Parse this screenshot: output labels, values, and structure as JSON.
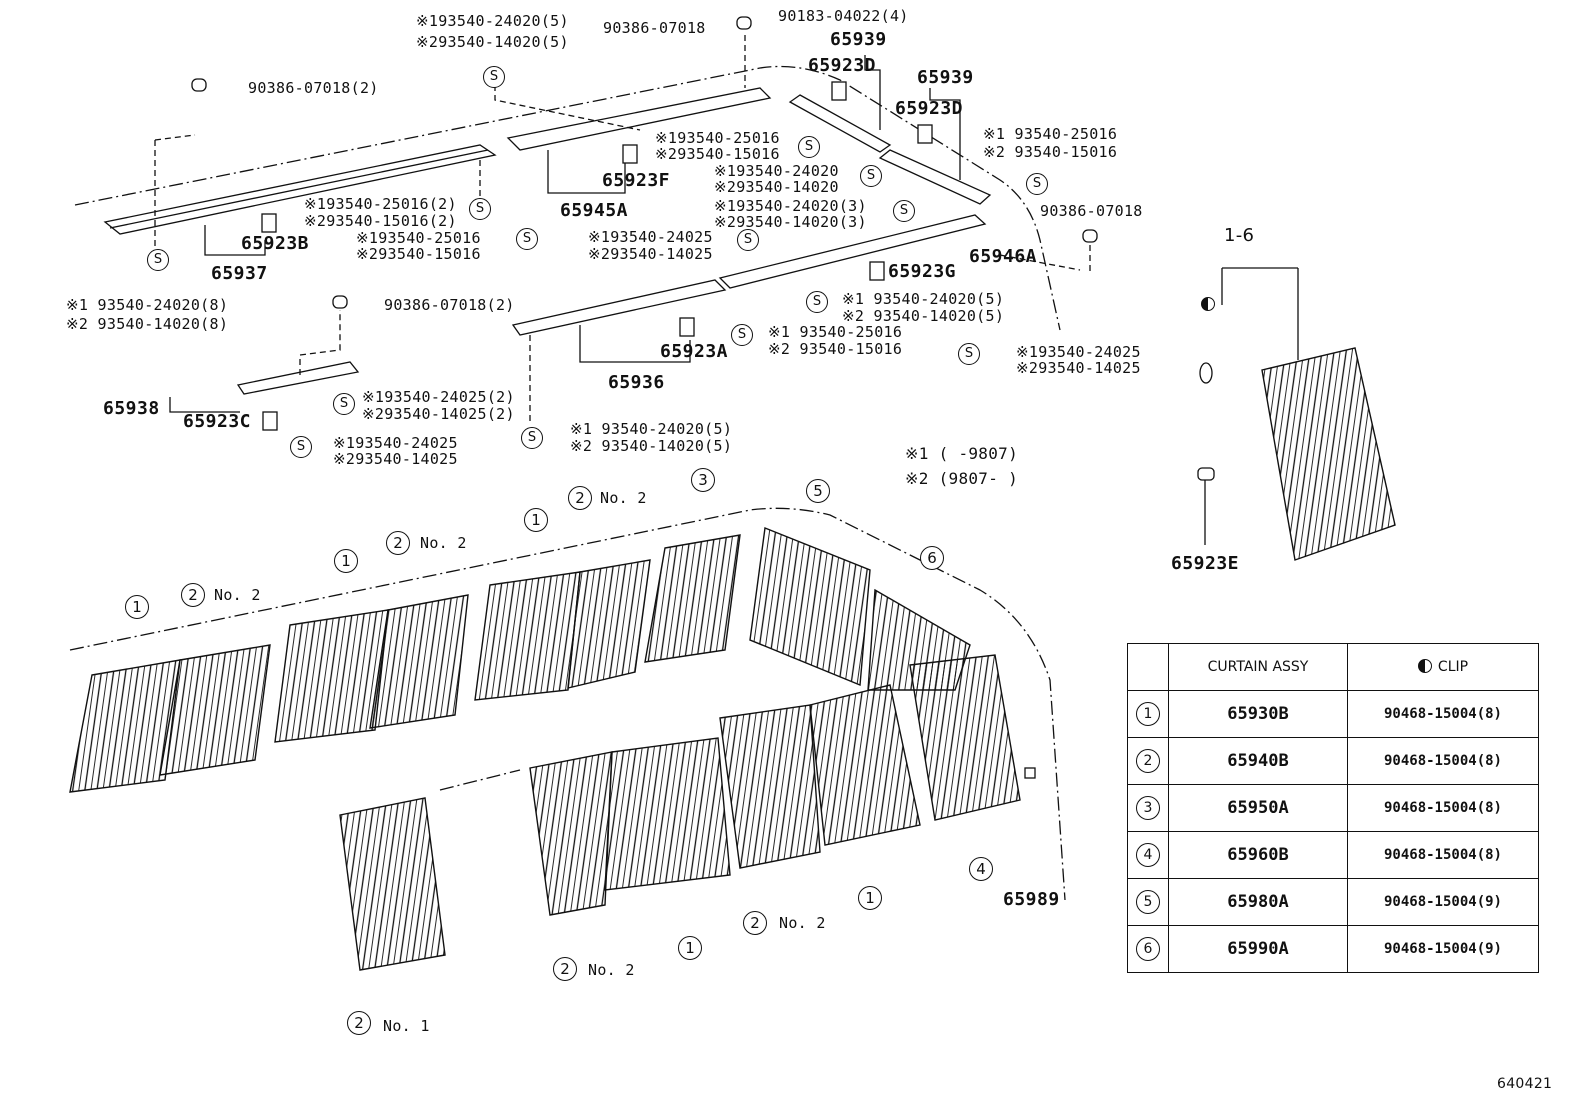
{
  "labels": {
    "p90386_top_left": "90386-07018(2)",
    "p90386_top_mid": "90386-07018",
    "p90183": "90183-04022(4)",
    "p65939_a": "65939",
    "p65923D_a": "65923D",
    "p65939_b": "65939",
    "p65923D_b": "65923D",
    "s_top_1": "93540-24020(5)",
    "s_top_2": "93540-14020(5)",
    "s_25016_a1": "93540-25016",
    "s_15016_a2": "93540-15016",
    "s_right_25016": "93540-25016",
    "s_right_15016": "93540-15016",
    "s_24020_3a": "93540-24020",
    "s_14020_3b": "93540-14020",
    "s_24020_3c": "93540-24020(3)",
    "s_14020_3d": "93540-14020(3)",
    "p90386_right": "90386-07018",
    "p65923F": "65923F",
    "p65945A": "65945A",
    "s_25016_2": "93540-25016(2)",
    "s_15016_2": "93540-15016(2)",
    "s_25016_c": "93540-25016",
    "s_15016_c": "93540-15016",
    "s_24025_a": "93540-24025",
    "s_14025_a": "93540-14025",
    "p65923B": "65923B",
    "p65937": "65937",
    "s_left_24020_8": "93540-24020(8)",
    "s_left_14020_8": "93540-14020(8)",
    "p90386_mid": "90386-07018(2)",
    "p65923G": "65923G",
    "p65946A": "65946A",
    "s_mid_24020_5": "93540-24020(5)",
    "s_mid_14020_5": "93540-14020(5)",
    "s_mid_25016": "93540-25016",
    "s_mid_15016": "93540-15016",
    "s_far_24025": "93540-24025",
    "s_far_14025": "93540-14025",
    "p65923A": "65923A",
    "p65936": "65936",
    "p65938": "65938",
    "p65923C": "65923C",
    "s_c_24025_2": "93540-24025(2)",
    "s_c_14025_2": "93540-14025(2)",
    "s_c_24025": "93540-24025",
    "s_c_14025": "93540-14025",
    "s_bot_24020_5": "93540-24020(5)",
    "s_bot_14020_5": "93540-14020(5)",
    "note1": "(      -9807)",
    "note2": "(9807-      )",
    "p65923E": "65923E",
    "p65989": "65989",
    "range_label": "1-6",
    "no2": "No. 2",
    "no1": "No. 1",
    "footer_code": "640421"
  },
  "marks": {
    "kome1": "※1",
    "kome2": "※2",
    "s": "S"
  },
  "table": {
    "header": {
      "col1": "CURTAIN ASSY",
      "col2": "CLIP"
    },
    "rows": [
      {
        "n": "1",
        "assy": "65930B",
        "clip": "90468-15004(8)"
      },
      {
        "n": "2",
        "assy": "65940B",
        "clip": "90468-15004(8)"
      },
      {
        "n": "3",
        "assy": "65950A",
        "clip": "90468-15004(8)"
      },
      {
        "n": "4",
        "assy": "65960B",
        "clip": "90468-15004(8)"
      },
      {
        "n": "5",
        "assy": "65980A",
        "clip": "90468-15004(9)"
      },
      {
        "n": "6",
        "assy": "65990A",
        "clip": "90468-15004(9)"
      }
    ]
  }
}
